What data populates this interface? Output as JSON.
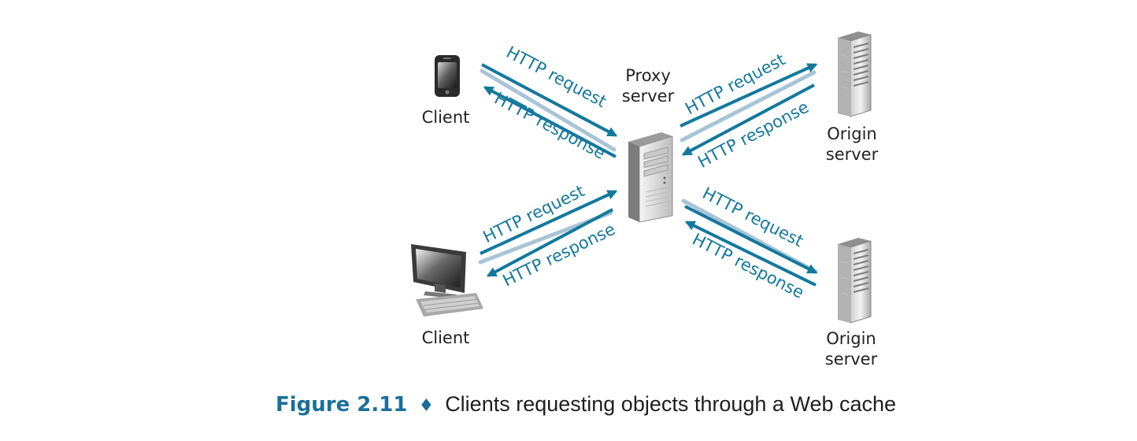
{
  "nodes": {
    "client_phone": "Client",
    "client_desktop": "Client",
    "proxy": [
      "Proxy",
      "server"
    ],
    "origin_top": [
      "Origin",
      "server"
    ],
    "origin_bottom": [
      "Origin",
      "server"
    ]
  },
  "messages": {
    "tl_request": "HTTP request",
    "tl_response": "HTTP response",
    "bl_request": "HTTP request",
    "bl_response": "HTTP response",
    "tr_request": "HTTP request",
    "tr_response": "HTTP response",
    "br_request": "HTTP request",
    "br_response": "HTTP response"
  },
  "caption": {
    "number": "Figure 2.11",
    "separator": "♦",
    "text": "Clients requesting objects through a Web cache"
  },
  "colors": {
    "arrow_dark": "#14789c",
    "arrow_light": "#a9c4d6",
    "label_text": "#222222",
    "caption_accent": "#1a6f9a"
  },
  "icons": {
    "client_phone": "smartphone-icon",
    "client_desktop": "desktop-computer-icon",
    "proxy": "tower-server-icon",
    "origin_top": "rack-server-icon",
    "origin_bottom": "rack-server-icon"
  }
}
